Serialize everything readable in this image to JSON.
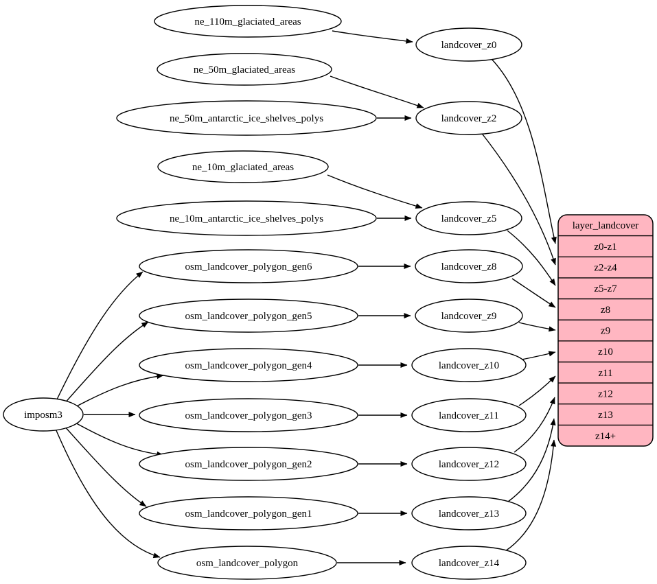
{
  "colors": {
    "table_fill": "#FFB6C1",
    "node_fill": "#FFFFFF",
    "edge_color": "#000000"
  },
  "root": {
    "label": "imposm3"
  },
  "sources": [
    {
      "label": "ne_110m_glaciated_areas"
    },
    {
      "label": "ne_50m_glaciated_areas"
    },
    {
      "label": "ne_50m_antarctic_ice_shelves_polys"
    },
    {
      "label": "ne_10m_glaciated_areas"
    },
    {
      "label": "ne_10m_antarctic_ice_shelves_polys"
    },
    {
      "label": "osm_landcover_polygon_gen6"
    },
    {
      "label": "osm_landcover_polygon_gen5"
    },
    {
      "label": "osm_landcover_polygon_gen4"
    },
    {
      "label": "osm_landcover_polygon_gen3"
    },
    {
      "label": "osm_landcover_polygon_gen2"
    },
    {
      "label": "osm_landcover_polygon_gen1"
    },
    {
      "label": "osm_landcover_polygon"
    }
  ],
  "stages": [
    {
      "label": "landcover_z0"
    },
    {
      "label": "landcover_z2"
    },
    {
      "label": "landcover_z5"
    },
    {
      "label": "landcover_z8"
    },
    {
      "label": "landcover_z9"
    },
    {
      "label": "landcover_z10"
    },
    {
      "label": "landcover_z11"
    },
    {
      "label": "landcover_z12"
    },
    {
      "label": "landcover_z13"
    },
    {
      "label": "landcover_z14"
    }
  ],
  "table": {
    "title": "layer_landcover",
    "rows": [
      "z0-z1",
      "z2-z4",
      "z5-z7",
      "z8",
      "z9",
      "z10",
      "z11",
      "z12",
      "z13",
      "z14+"
    ]
  },
  "edges": [
    {
      "from": "imposm3",
      "to": "osm_landcover_polygon_gen6"
    },
    {
      "from": "imposm3",
      "to": "osm_landcover_polygon_gen5"
    },
    {
      "from": "imposm3",
      "to": "osm_landcover_polygon_gen4"
    },
    {
      "from": "imposm3",
      "to": "osm_landcover_polygon_gen3"
    },
    {
      "from": "imposm3",
      "to": "osm_landcover_polygon_gen2"
    },
    {
      "from": "imposm3",
      "to": "osm_landcover_polygon_gen1"
    },
    {
      "from": "imposm3",
      "to": "osm_landcover_polygon"
    },
    {
      "from": "ne_110m_glaciated_areas",
      "to": "landcover_z0"
    },
    {
      "from": "ne_50m_glaciated_areas",
      "to": "landcover_z2"
    },
    {
      "from": "ne_50m_antarctic_ice_shelves_polys",
      "to": "landcover_z2"
    },
    {
      "from": "ne_10m_glaciated_areas",
      "to": "landcover_z5"
    },
    {
      "from": "ne_10m_antarctic_ice_shelves_polys",
      "to": "landcover_z5"
    },
    {
      "from": "osm_landcover_polygon_gen6",
      "to": "landcover_z8"
    },
    {
      "from": "osm_landcover_polygon_gen5",
      "to": "landcover_z9"
    },
    {
      "from": "osm_landcover_polygon_gen4",
      "to": "landcover_z10"
    },
    {
      "from": "osm_landcover_polygon_gen3",
      "to": "landcover_z11"
    },
    {
      "from": "osm_landcover_polygon_gen2",
      "to": "landcover_z12"
    },
    {
      "from": "osm_landcover_polygon_gen1",
      "to": "landcover_z13"
    },
    {
      "from": "osm_landcover_polygon",
      "to": "landcover_z14"
    },
    {
      "from": "landcover_z0",
      "to": "z0-z1"
    },
    {
      "from": "landcover_z2",
      "to": "z2-z4"
    },
    {
      "from": "landcover_z5",
      "to": "z5-z7"
    },
    {
      "from": "landcover_z8",
      "to": "z8"
    },
    {
      "from": "landcover_z9",
      "to": "z9"
    },
    {
      "from": "landcover_z10",
      "to": "z10"
    },
    {
      "from": "landcover_z11",
      "to": "z11"
    },
    {
      "from": "landcover_z12",
      "to": "z12"
    },
    {
      "from": "landcover_z13",
      "to": "z13"
    },
    {
      "from": "landcover_z14",
      "to": "z14+"
    }
  ]
}
